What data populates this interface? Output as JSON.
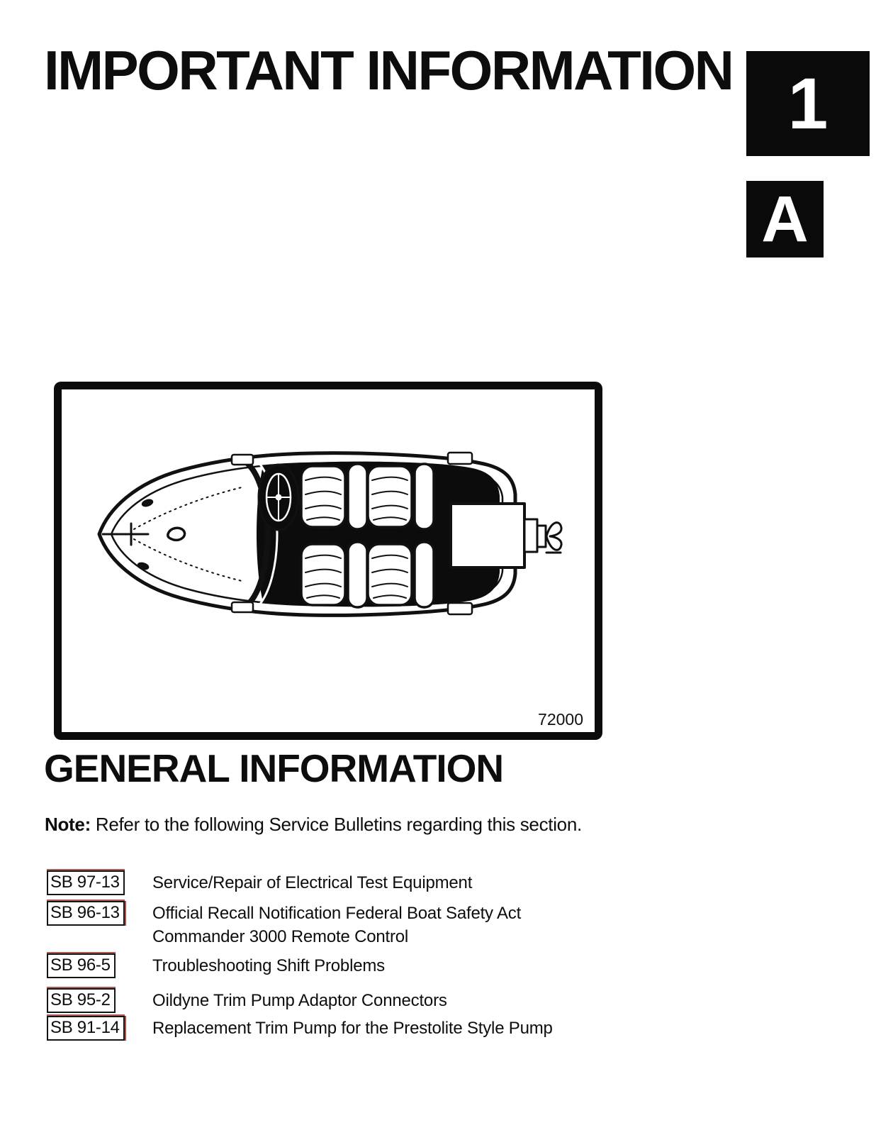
{
  "page": {
    "title": "IMPORTANT INFORMATION",
    "chapter_number": "1",
    "section_letter": "A",
    "figure": {
      "code": "72000",
      "description": "top-view line drawing of a small powerboat with four seats and outboard drive"
    },
    "heading": "GENERAL INFORMATION",
    "note": {
      "label": "Note:",
      "text": "Refer to the following Service Bulletins regarding this section."
    },
    "bulletins": [
      {
        "code": "SB 97-13",
        "lines": [
          "Service/Repair of Electrical Test Equipment"
        ],
        "red_right": false
      },
      {
        "code": "SB 96-13",
        "lines": [
          "Official Recall Notification Federal Boat Safety Act",
          "Commander 3000 Remote Control"
        ],
        "red_right": true
      },
      {
        "code": "SB 96-5",
        "lines": [
          "Troubleshooting Shift Problems"
        ],
        "red_right": false
      },
      {
        "code": "SB 95-2",
        "lines": [
          "Oildyne Trim Pump Adaptor Connectors"
        ],
        "red_right": false
      },
      {
        "code": "SB 91-14",
        "lines": [
          "Replacement Trim Pump for the Prestolite Style Pump"
        ],
        "red_right": true
      }
    ],
    "colors": {
      "ink": "#0d0d0d",
      "accent_red": "#96261c"
    }
  }
}
